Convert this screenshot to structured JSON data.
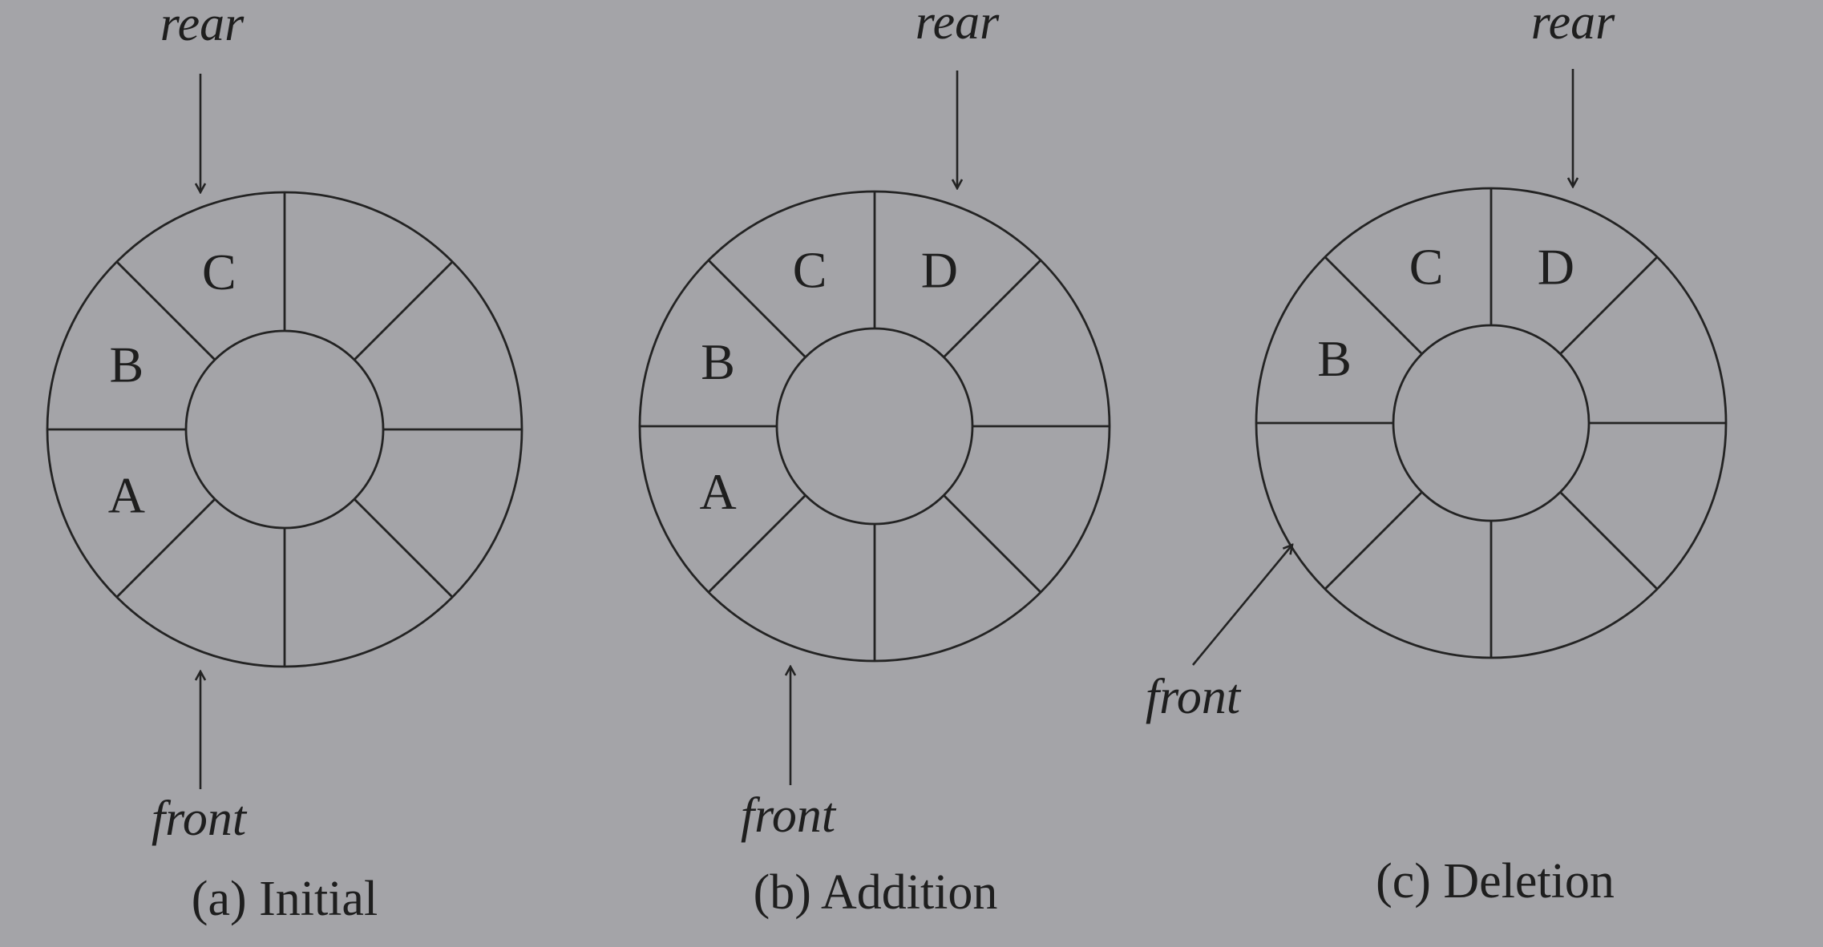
{
  "panels": [
    {
      "caption": "(a) Initial",
      "rear_label": "rear",
      "front_label": "front",
      "slot_labels": [
        "",
        "",
        "",
        "",
        "",
        "A",
        "B",
        "C"
      ]
    },
    {
      "caption": "(b) Addition",
      "rear_label": "rear",
      "front_label": "front",
      "slot_labels": [
        "D",
        "",
        "",
        "",
        "",
        "A",
        "B",
        "C"
      ]
    },
    {
      "caption": "(c) Deletion",
      "rear_label": "rear",
      "front_label": "front",
      "slot_labels": [
        "D",
        "",
        "",
        "",
        "",
        "",
        "B",
        "C"
      ]
    }
  ]
}
